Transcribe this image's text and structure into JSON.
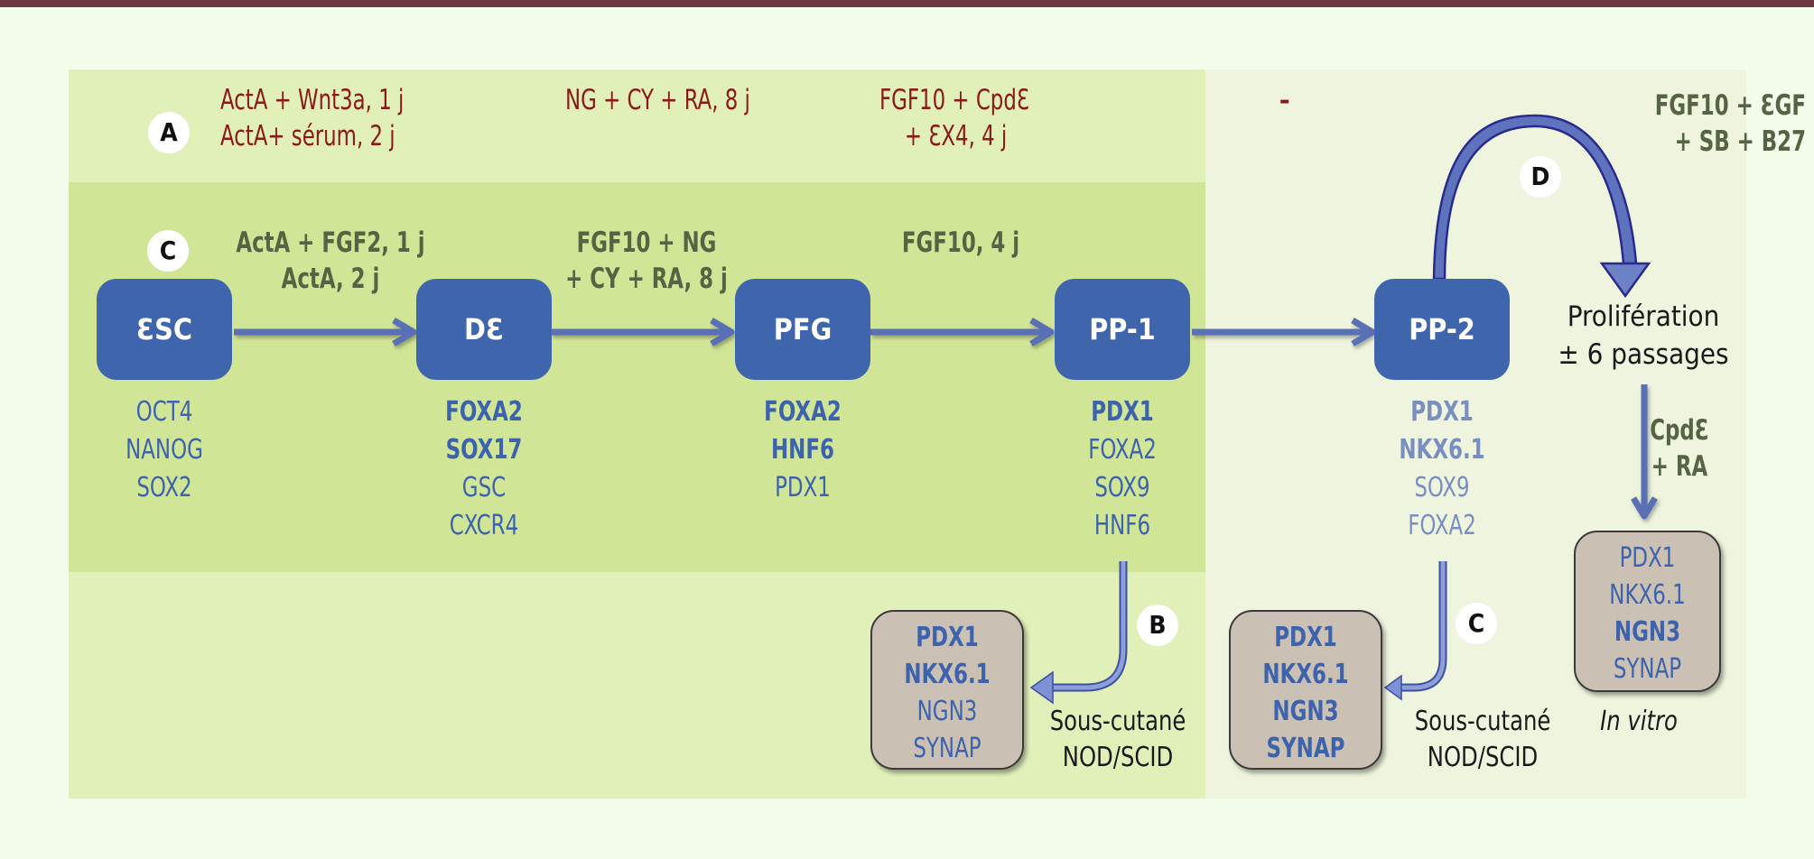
{
  "badges": {
    "a": "A",
    "c_top": "C",
    "b": "B",
    "c_bottom": "C",
    "d": "D"
  },
  "protocol_a": {
    "step1": [
      "ActA + Wnt3a, 1 j",
      "ActA+ sérum, 2 j"
    ],
    "step2": [
      "NG + CY + RA, 8 j"
    ],
    "step3": [
      "FGF10 + CpdƐ",
      "+ ƐX4, 4 j"
    ],
    "step4": [
      "–"
    ]
  },
  "protocol_c": {
    "step1": [
      "ActA + FGF2, 1 j",
      "ActA, 2 j"
    ],
    "step2": [
      "FGF10 + NG",
      "+ CY + RA, 8 j"
    ],
    "step3": [
      "FGF10, 4 j"
    ]
  },
  "protocol_d": {
    "loop": [
      "FGF10 + ƐGF",
      "+ SB + B27"
    ],
    "proliferation": [
      "Prolifération",
      "± 6 passages"
    ],
    "differentiation": [
      "CpdƐ",
      "+ RA"
    ]
  },
  "stages": [
    {
      "name": "ƐSC",
      "markers": [
        {
          "t": "OCT4",
          "b": false
        },
        {
          "t": "NANOG",
          "b": false
        },
        {
          "t": "SOX2",
          "b": false
        }
      ]
    },
    {
      "name": "DƐ",
      "markers": [
        {
          "t": "FOXA2",
          "b": true
        },
        {
          "t": "SOX17",
          "b": true
        },
        {
          "t": "GSC",
          "b": false
        },
        {
          "t": "CXCR4",
          "b": false
        }
      ]
    },
    {
      "name": "PFG",
      "markers": [
        {
          "t": "FOXA2",
          "b": true
        },
        {
          "t": "HNF6",
          "b": true
        },
        {
          "t": "PDX1",
          "b": false
        }
      ]
    },
    {
      "name": "PP-1",
      "markers": [
        {
          "t": "PDX1",
          "b": true
        },
        {
          "t": "FOXA2",
          "b": false
        },
        {
          "t": "SOX9",
          "b": false
        },
        {
          "t": "HNF6",
          "b": false
        }
      ]
    },
    {
      "name": "PP-2",
      "markers": [
        {
          "t": "PDX1",
          "b": true
        },
        {
          "t": "NKX6.1",
          "b": true
        },
        {
          "t": "SOX9",
          "b": false
        },
        {
          "t": "FOXA2",
          "b": false
        }
      ]
    }
  ],
  "results": [
    {
      "id": "b",
      "markers": [
        {
          "t": "PDX1",
          "b": true
        },
        {
          "t": "NKX6.1",
          "b": true
        },
        {
          "t": "NGN3",
          "b": false
        },
        {
          "t": "SYNAP",
          "b": false
        }
      ],
      "site": [
        "Sous-cutané",
        "NOD/SCID"
      ]
    },
    {
      "id": "c",
      "markers": [
        {
          "t": "PDX1",
          "b": true
        },
        {
          "t": "NKX6.1",
          "b": true
        },
        {
          "t": "NGN3",
          "b": true
        },
        {
          "t": "SYNAP",
          "b": true
        }
      ],
      "site": [
        "Sous-cutané",
        "NOD/SCID"
      ]
    },
    {
      "id": "d",
      "markers": [
        {
          "t": "PDX1",
          "b": false
        },
        {
          "t": "NKX6.1",
          "b": false
        },
        {
          "t": "NGN3",
          "b": true
        },
        {
          "t": "SYNAP",
          "b": false
        }
      ],
      "site": [
        "In vitro"
      ]
    }
  ],
  "colors": {
    "stage_box": "#3f66ad",
    "arrow": "#5a6fb5",
    "condition_red": "#8b1a1a",
    "condition_green": "#576444",
    "result_box": "#cbc0b4"
  }
}
